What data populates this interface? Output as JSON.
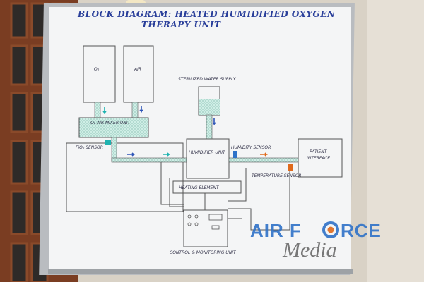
{
  "diagram": {
    "title_line1": "BLOCK DIAGRAM: HEATED HUMIDIFIED OXYGEN",
    "title_line2": "THERAPY    UNIT",
    "blocks": {
      "o2": "O₂",
      "air": "AIR",
      "sterilized_water": "STERILIZED WATER SUPPLY",
      "mixer": "O₂ AIR MIXER UNIT",
      "fio2": "FiO₂ SENSOR",
      "humidifier": "HUMIDIFIER UNIT",
      "humidity_sensor": "HUMIDITY SENSOR",
      "patient": "PATIENT",
      "interface": "INTERFACE",
      "temperature_sensor": "TEMPERATURE SENSOR",
      "heating": "HEATING ELEMENT",
      "control": "CONTROL & MONITORING UNIT"
    }
  },
  "watermark": {
    "air": "AIR F",
    "rce": "RCE",
    "media": "Media"
  },
  "colors": {
    "title_blue": "#2a3f9a",
    "arrow_blue": "#2e55b8",
    "arrow_teal": "#1fb3b0",
    "arrow_orange": "#e06a1c",
    "water": "#bfe3dc",
    "watermark_blue": "#2f72c8"
  }
}
